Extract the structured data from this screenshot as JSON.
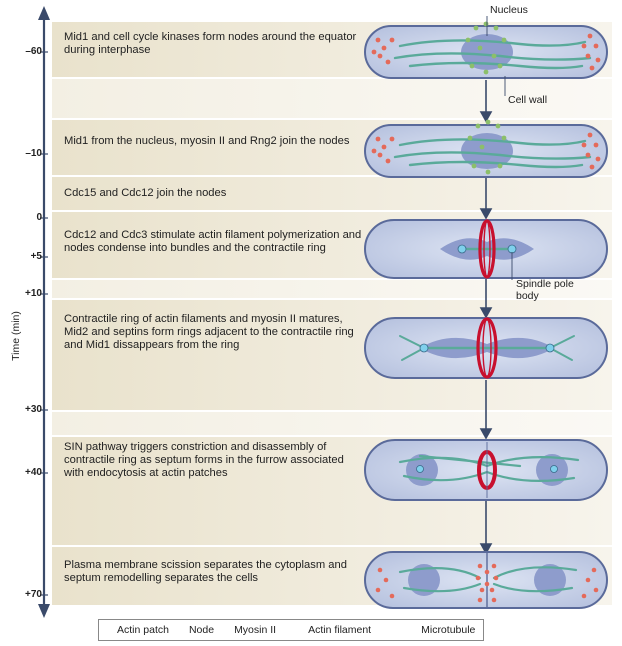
{
  "time_axis": {
    "label": "Time (min)",
    "ticks": [
      "–60",
      "–10",
      "0",
      "+5",
      "+10",
      "+30",
      "+40",
      "+70"
    ]
  },
  "steps": [
    "Mid1 and cell cycle kinases form nodes around the equator during interphase",
    "Mid1 from the nucleus, myosin II and Rng2 join the nodes",
    "Cdc15 and Cdc12 join the nodes",
    "Cdc12 and Cdc3 stimulate actin filament polymerization and nodes condense into bundles and the contractile ring",
    "Contractile ring of actin filaments and myosin II matures, Mid2 and septins form rings adjacent to the contractile ring and Mid1 dissappears from the ring",
    "SIN pathway triggers constriction and disassembly of contractile ring as septum forms in the furrow associated with endocytosis at actin patches",
    "Plasma membrane scission separates the cytoplasm and septum remodelling separates the cells"
  ],
  "callouts": {
    "nucleus": "Nucleus",
    "cell_wall": "Cell wall",
    "spindle_pole_body": "Spindle pole body"
  },
  "legend": [
    {
      "label": "Actin patch",
      "icon": "actin-patch-dot",
      "color": "#e46a5a"
    },
    {
      "label": "Node",
      "icon": "node-dot",
      "color": "#8cbf6a"
    },
    {
      "label": "Myosin II",
      "icon": "myosin-dot",
      "color": "#b8c87a"
    },
    {
      "label": "Actin filament",
      "icon": "actin-filament-line",
      "color": "#c8102e"
    },
    {
      "label": "Microtubule",
      "icon": "microtubule-line",
      "color": "#5aaa9a"
    }
  ],
  "colors": {
    "band": "#ece6d4",
    "cell_fill": "#c9d3ea",
    "cell_stroke": "#5a6a9a",
    "nucleus": "#8e9ccc",
    "actin": "#e46a5a",
    "node": "#8cbf6a",
    "ring": "#c8102e",
    "microtubule": "#5aaa9a",
    "arrow": "#3a4a6a"
  }
}
